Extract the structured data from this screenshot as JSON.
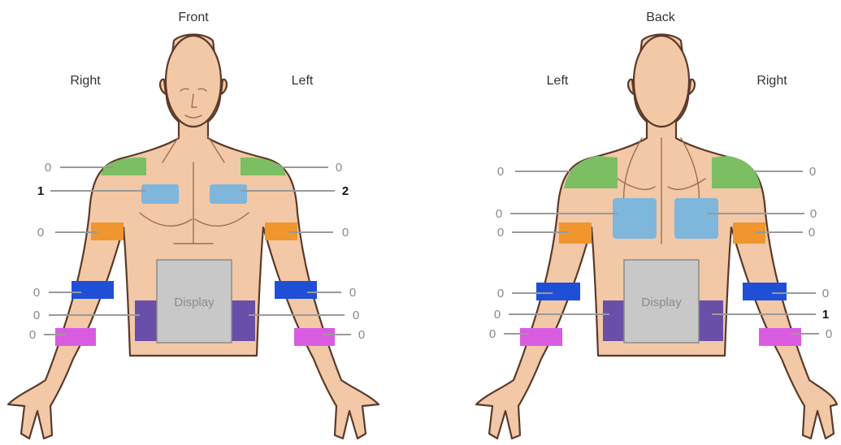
{
  "front": {
    "title": "Front",
    "side_left": "Right",
    "side_right": "Left",
    "display_label": "Display",
    "counts": {
      "shoulder_r": "0",
      "chest_r": "1",
      "upper_arm_r": "0",
      "forearm_r": "0",
      "waist_r": "0",
      "wrist_r": "0",
      "shoulder_l": "0",
      "chest_l": "2",
      "upper_arm_l": "0",
      "forearm_l": "0",
      "waist_l": "0",
      "wrist_l": "0"
    }
  },
  "back": {
    "title": "Back",
    "side_left": "Left",
    "side_right": "Right",
    "display_label": "Display",
    "counts": {
      "shoulder_l": "0",
      "back_l": "0",
      "upper_arm_l": "0",
      "forearm_l": "0",
      "waist_l": "0",
      "wrist_l": "0",
      "shoulder_r": "0",
      "back_r": "0",
      "upper_arm_r": "0",
      "forearm_r": "0",
      "waist_r": "1",
      "wrist_r": "0"
    }
  },
  "colors": {
    "shoulder": "#7cbf63",
    "chest": "#7fb6dc",
    "upper_arm": "#f0962e",
    "forearm": "#1f4fd6",
    "waist": "#6a4fa8",
    "wrist": "#d95ce0",
    "display": "#c8c8c8",
    "skin": "#f2c8a6"
  }
}
